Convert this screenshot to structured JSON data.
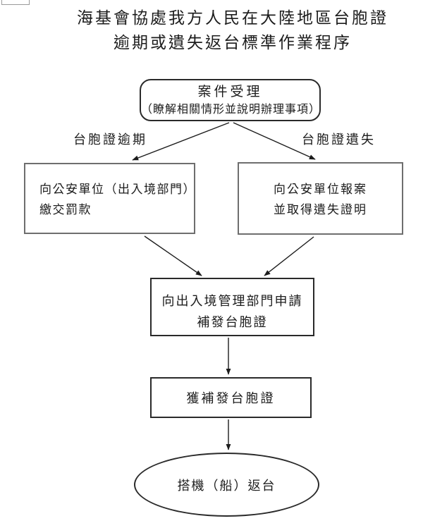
{
  "title": {
    "line1": "海基會協處我方人民在大陸地區台胞證",
    "line2": "逾期或遺失返台標準作業程序"
  },
  "flowchart": {
    "intake": {
      "line1": "案件受理",
      "line2": "（瞭解相關情形並說明辦理事項）"
    },
    "branch_left_label": "台胞證逾期",
    "branch_right_label": "台胞證遺失",
    "overdue_box": {
      "line1": "向公安單位（出入境部門）",
      "line2": "繳交罰款"
    },
    "lost_box": {
      "line1": "向公安單位報案",
      "line2": "並取得遺失證明"
    },
    "apply_box": {
      "line1": "向出入境管理部門申請",
      "line2": "補發台胞證"
    },
    "reissued_box": {
      "label": "獲補發台胞證"
    },
    "return_terminal": {
      "label": "搭機（船）返台"
    }
  },
  "colors": {
    "ink": "#1c1c1c",
    "box_border": "#2a2a2a",
    "side_box_border": "#6e6e6e",
    "background": "#ffffff"
  }
}
